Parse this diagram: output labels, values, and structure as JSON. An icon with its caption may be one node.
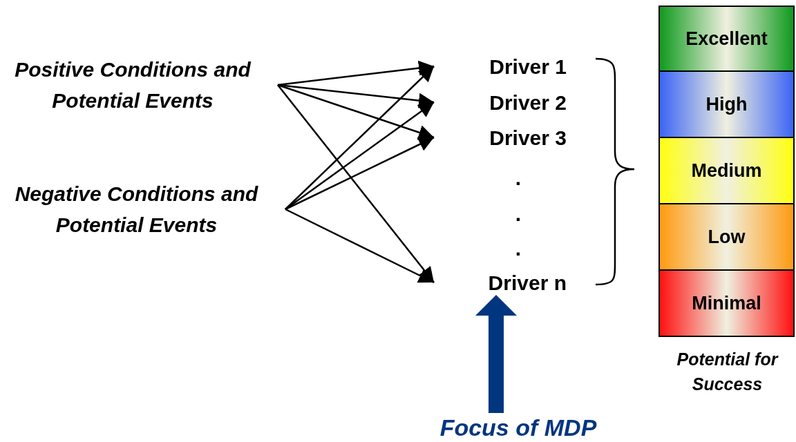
{
  "diagram": {
    "nodes": [
      {
        "text": [
          "Positive Conditions and Potential Events"
        ]
      },
      {
        "text": [
          "Negative Conditions and Potential Events"
        ]
      },
      {
        "text": [
          "Driver 1"
        ]
      },
      {
        "text": [
          "Driver 2"
        ]
      },
      {
        "text": [
          "Driver 3"
        ]
      },
      {
        "text": [
          "Driver n"
        ]
      },
      {
        "text": [
          "Focus of MDP"
        ]
      },
      {
        "text": [
          "Excellent"
        ]
      },
      {
        "text": [
          "High"
        ]
      },
      {
        "text": [
          "Medium"
        ]
      },
      {
        "text": [
          "Low"
        ]
      },
      {
        "text": [
          "Minimal"
        ]
      }
    ],
    "edges": [
      {
        "from": 0,
        "to": 2,
        "arrow": "to"
      },
      {
        "from": 0,
        "to": 3,
        "arrow": "to"
      },
      {
        "from": 0,
        "to": 4,
        "arrow": "to"
      },
      {
        "from": 0,
        "to": 5,
        "arrow": "to"
      },
      {
        "from": 1,
        "to": 2,
        "arrow": "to"
      },
      {
        "from": 1,
        "to": 3,
        "arrow": "to"
      },
      {
        "from": 1,
        "to": 4,
        "arrow": "to"
      },
      {
        "from": 1,
        "to": 5,
        "arrow": "to"
      },
      {
        "from": 6,
        "to": 5,
        "arrow": "to",
        "style": "thick",
        "color": "#003680"
      }
    ],
    "labels": [
      ".",
      ".",
      ".",
      "Potential for Success"
    ]
  }
}
